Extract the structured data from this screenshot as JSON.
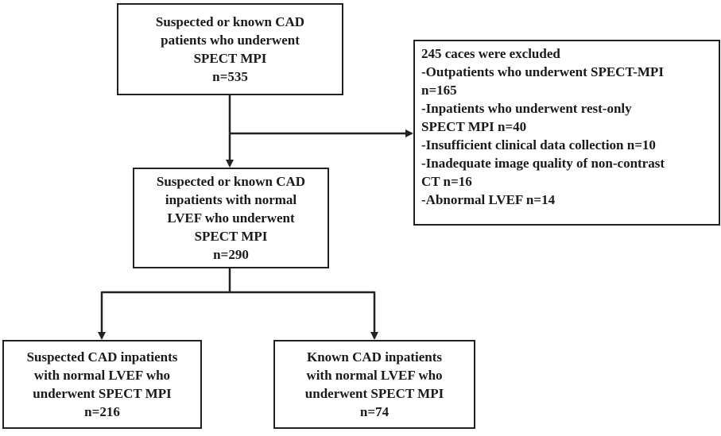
{
  "boxes": {
    "start": {
      "lines": [
        "Suspected or known CAD",
        "patients who underwent",
        "SPECT MPI",
        "n=535"
      ]
    },
    "excluded": {
      "lines": [
        "245 caces were excluded",
        "-Outpatients who underwent SPECT-MPI",
        "n=165",
        "-Inpatients who underwent  rest-only",
        "SPECT MPI n=40",
        "-Insufficient clinical data collection n=10",
        "-Inadequate image quality of non-contrast",
        "CT  n=16",
        "-Abnormal LVEF n=14"
      ]
    },
    "normal_lvef": {
      "lines": [
        "Suspected or known CAD",
        "inpatients with normal",
        "LVEF who underwent",
        "SPECT MPI",
        "n=290"
      ]
    },
    "suspected": {
      "lines": [
        "Suspected CAD inpatients",
        "with normal LVEF who",
        "underwent SPECT MPI",
        "n=216"
      ]
    },
    "known": {
      "lines": [
        "Known CAD inpatients",
        "with normal LVEF who",
        "underwent SPECT MPI",
        "n=74"
      ]
    }
  }
}
